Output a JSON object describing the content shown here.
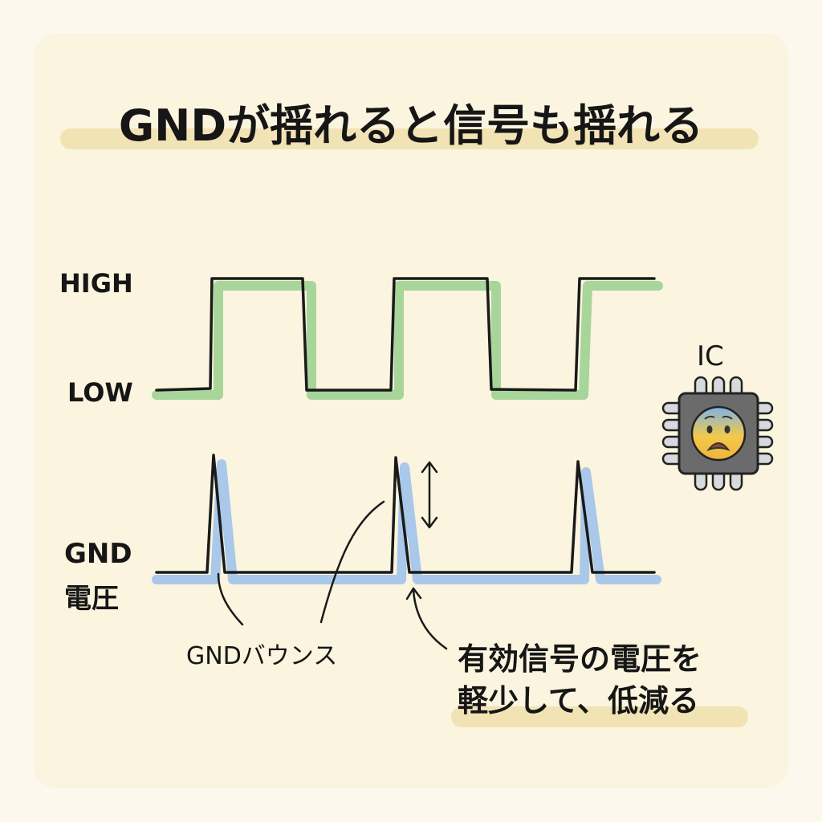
{
  "title": "GNDが揺れると信号も揺れる",
  "labels": {
    "high": "HIGH",
    "low": "LOW",
    "gnd_line1": "GND",
    "gnd_line2": "電圧",
    "ic": "IC",
    "bounce": "GNDバウンス",
    "note_line1": "有効信号の電圧を",
    "note_line2": "軽少して、低減る"
  },
  "colors": {
    "background": "#fbf4de",
    "signal_shadow": "#a8d59a",
    "gnd_shadow": "#a9c8ea",
    "highlight": "#f0dfae",
    "line": "#1a1a1a"
  },
  "icons": {
    "chip": "worried-ic-chip-icon"
  }
}
